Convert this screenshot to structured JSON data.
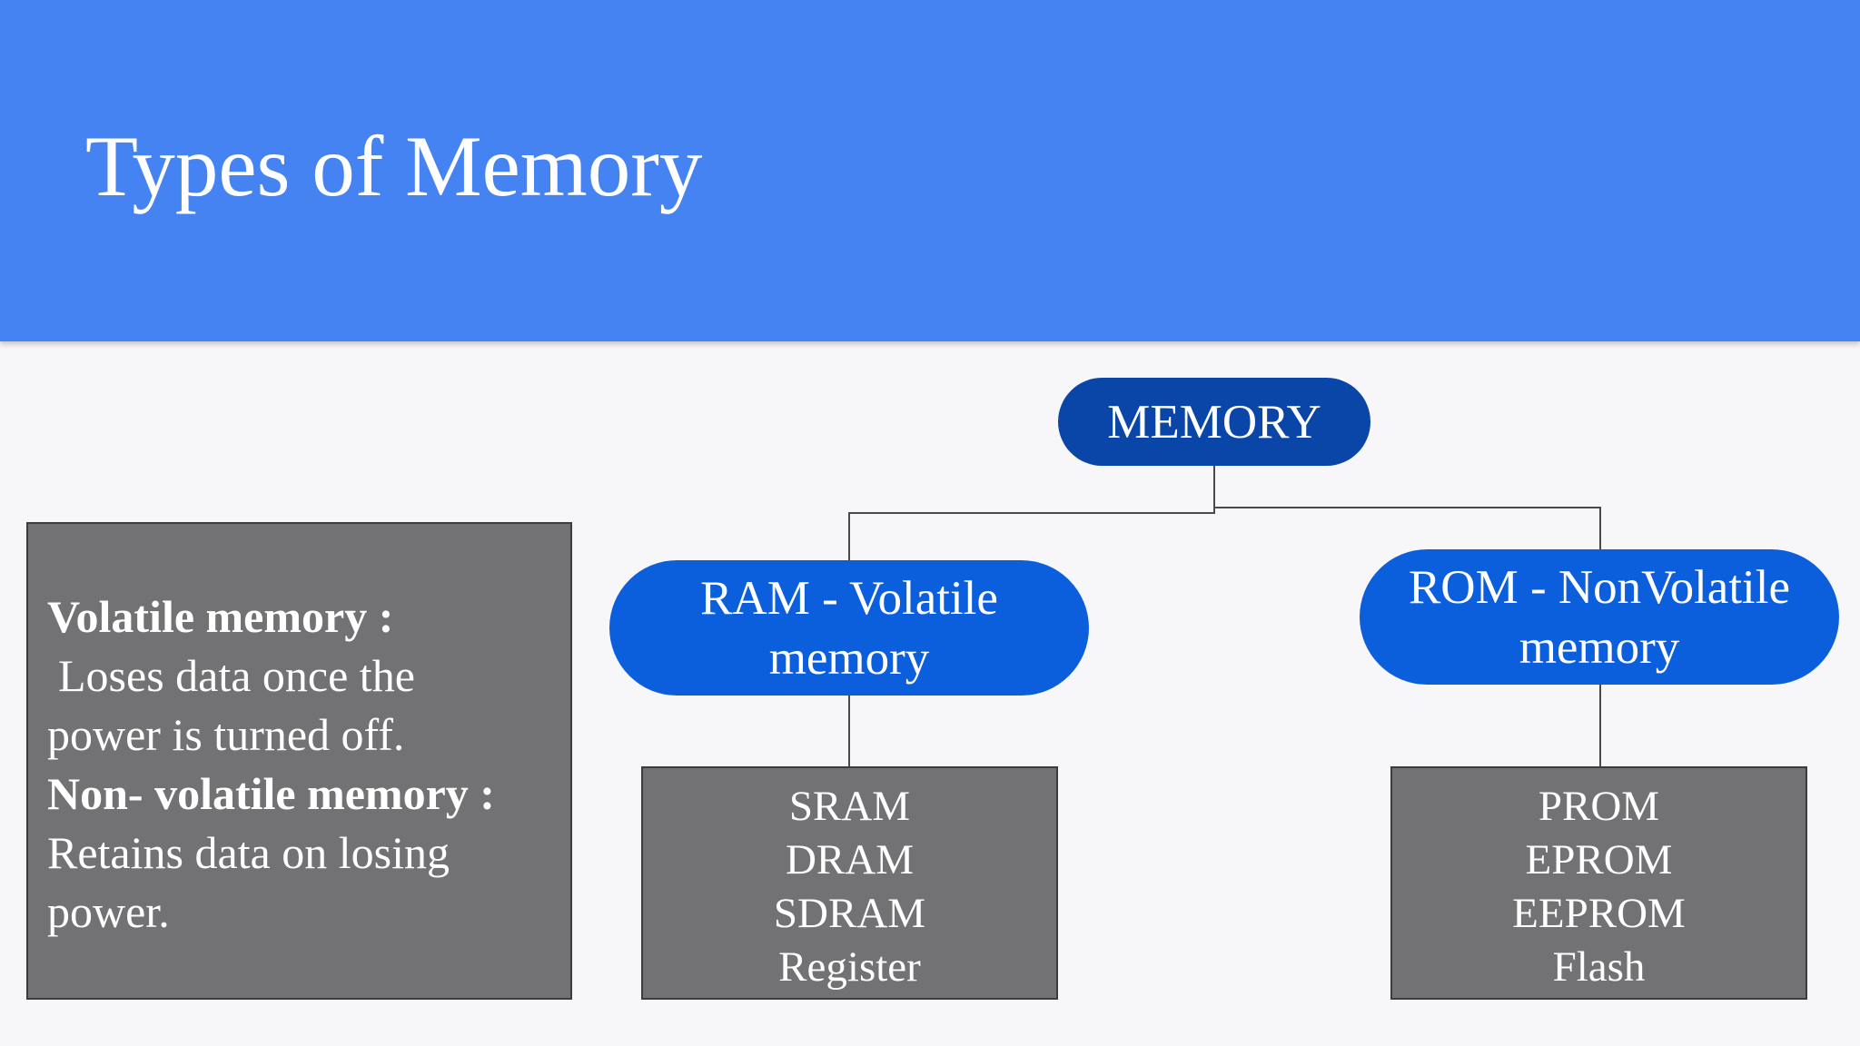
{
  "slide": {
    "title": "Types of Memory",
    "header_color": "#4583f2"
  },
  "diagram": {
    "root": "MEMORY",
    "ram": {
      "line1": "RAM - Volatile",
      "line2": "memory",
      "items": [
        "SRAM",
        "DRAM",
        "SDRAM",
        "Register"
      ]
    },
    "rom": {
      "line1": "ROM - NonVolatile",
      "line2": "memory",
      "items": [
        "PROM",
        "EPROM",
        "EEPROM",
        "Flash"
      ]
    }
  },
  "info": {
    "volatile_heading": "Volatile memory :",
    "volatile_line1": "Loses data once the",
    "volatile_line2": "power is turned off.",
    "nonvolatile_heading": "Non- volatile memory :",
    "nonvolatile_line1": "Retains data on losing",
    "nonvolatile_line2": "power."
  }
}
